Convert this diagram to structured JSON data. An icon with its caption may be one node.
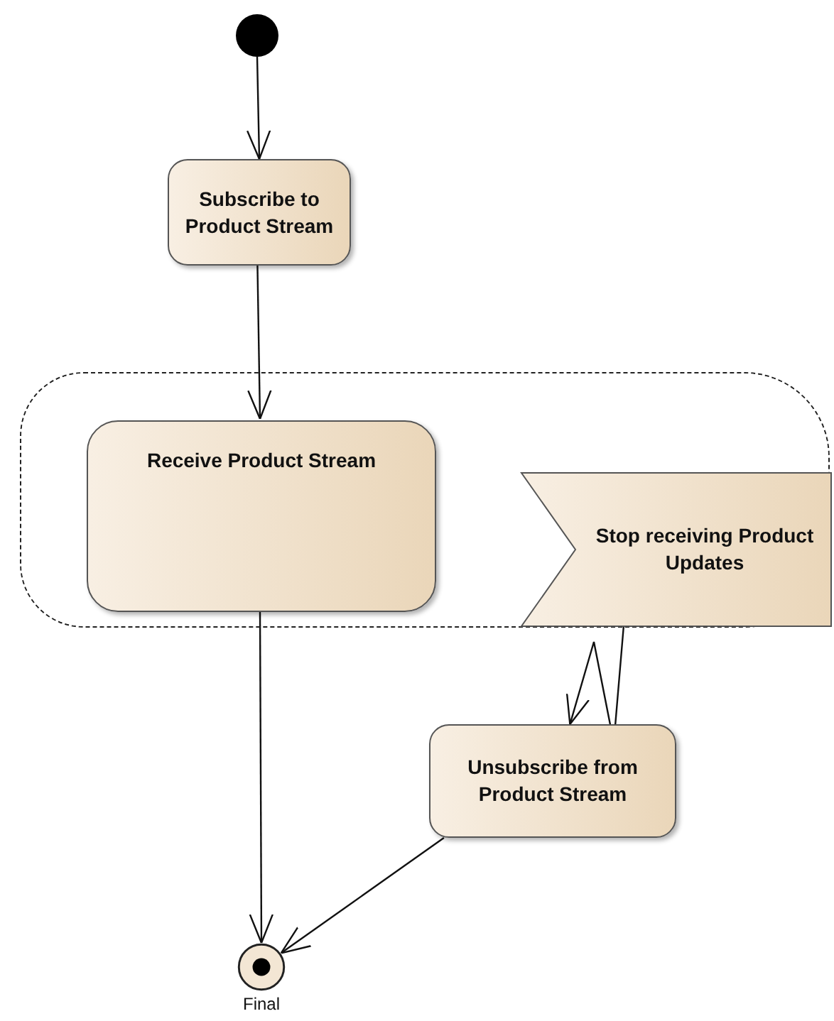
{
  "diagram": {
    "nodes": [
      {
        "text": [],
        "shape": "circle"
      },
      {
        "text": [
          "Subscribe to Product Stream"
        ]
      },
      {
        "text": [],
        "shape": "box"
      },
      {
        "text": [
          "Receive Product Stream"
        ],
        "in": 2
      },
      {
        "text": [
          "Stop receiving Product Updates"
        ],
        "in": 2
      },
      {
        "text": [
          "Unsubscribe from Product Stream"
        ]
      },
      {
        "text": [],
        "shape": "circle",
        "beside": [
          "Final"
        ]
      }
    ],
    "edges": [
      {
        "from": 0,
        "to": 1,
        "arrow": "to"
      },
      {
        "from": 1,
        "to": 3,
        "arrow": "to"
      },
      {
        "from": 3,
        "to": 6,
        "arrow": "to"
      },
      {
        "from": 4,
        "to": 5,
        "arrow": "to"
      },
      {
        "from": 5,
        "to": 6,
        "arrow": "to"
      }
    ]
  }
}
